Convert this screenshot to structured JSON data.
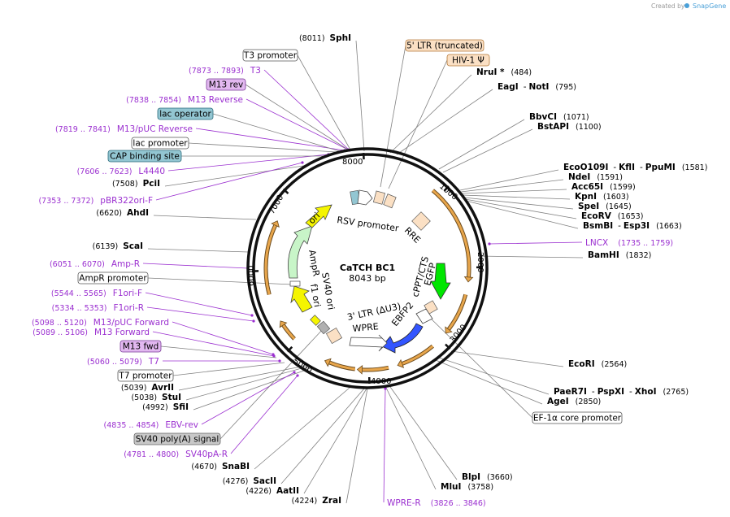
{
  "credit": {
    "created_by": "Created by",
    "app": "SnapGene"
  },
  "plasmid": {
    "name": "CaTCH BC1",
    "length": "8043 bp",
    "length_bp": 8043
  },
  "ticks": [
    "1000",
    "2000",
    "3000",
    "4000",
    "5000",
    "6000",
    "7000",
    "8000"
  ],
  "sites": [
    {
      "name": "SphI",
      "pos": "(8011)"
    },
    {
      "name": "NruI *",
      "pos": "(484)"
    },
    {
      "name": "EagI",
      "sep": "-",
      "name2": "NotI",
      "pos": "(795)"
    },
    {
      "name": "BbvCI",
      "pos": "(1071)"
    },
    {
      "name": "BstAPI",
      "pos": "(1100)"
    },
    {
      "name": "EcoO109I",
      "sep": "-",
      "name2": "KflI",
      "sep2": "-",
      "name3": "PpuMI",
      "pos": "(1581)"
    },
    {
      "name": "NdeI",
      "pos": "(1591)"
    },
    {
      "name": "Acc65I",
      "pos": "(1599)"
    },
    {
      "name": "KpnI",
      "pos": "(1603)"
    },
    {
      "name": "SpeI",
      "pos": "(1645)"
    },
    {
      "name": "EcoRV",
      "pos": "(1653)"
    },
    {
      "name": "BsmBI",
      "sep": "-",
      "name2": "Esp3I",
      "pos": "(1663)"
    },
    {
      "name": "BamHI",
      "pos": "(1832)"
    },
    {
      "name": "EcoRI",
      "pos": "(2564)"
    },
    {
      "name": "PaeR7I",
      "sep": "-",
      "name2": "PspXI",
      "sep2": "-",
      "name3": "XhoI",
      "pos": "(2765)"
    },
    {
      "name": "AgeI",
      "pos": "(2850)"
    },
    {
      "name": "BlpI",
      "pos": "(3660)"
    },
    {
      "name": "MluI",
      "pos": "(3758)"
    },
    {
      "name": "ZraI",
      "pos": "(4224)"
    },
    {
      "name": "AatII",
      "pos": "(4226)"
    },
    {
      "name": "SacII",
      "pos": "(4276)"
    },
    {
      "name": "SnaBI",
      "pos": "(4670)"
    },
    {
      "name": "SfiI",
      "pos": "(4992)"
    },
    {
      "name": "StuI",
      "pos": "(5038)"
    },
    {
      "name": "AvrII",
      "pos": "(5039)"
    },
    {
      "name": "ScaI",
      "pos": "(6139)"
    },
    {
      "name": "AhdI",
      "pos": "(6620)"
    },
    {
      "name": "PciI",
      "pos": "(7508)"
    }
  ],
  "primers": [
    {
      "name": "T3",
      "pos": "(7873 .. 7893)"
    },
    {
      "name": "M13 Reverse",
      "pos": "(7838 .. 7854)"
    },
    {
      "name": "M13/pUC Reverse",
      "pos": "(7819 .. 7841)"
    },
    {
      "name": "L4440",
      "pos": "(7606 .. 7623)"
    },
    {
      "name": "pBR322ori-F",
      "pos": "(7353 .. 7372)"
    },
    {
      "name": "Amp-R",
      "pos": "(6051 .. 6070)"
    },
    {
      "name": "F1ori-F",
      "pos": "(5544 .. 5565)"
    },
    {
      "name": "F1ori-R",
      "pos": "(5334 .. 5353)"
    },
    {
      "name": "M13/pUC Forward",
      "pos": "(5098 .. 5120)"
    },
    {
      "name": "M13 Forward",
      "pos": "(5089 .. 5106)"
    },
    {
      "name": "T7",
      "pos": "(5060 .. 5079)"
    },
    {
      "name": "EBV-rev",
      "pos": "(4835 .. 4854)"
    },
    {
      "name": "SV40pA-R",
      "pos": "(4781 .. 4800)"
    },
    {
      "name": "LNCX",
      "pos": "(1735 .. 1759)"
    },
    {
      "name": "WPRE-R",
      "pos": "(3826 .. 3846)"
    }
  ],
  "boxed": [
    {
      "label": "T3 promoter",
      "style": "plain"
    },
    {
      "label": "M13 rev",
      "style": "violet"
    },
    {
      "label": "lac operator",
      "style": "teal"
    },
    {
      "label": "lac promoter",
      "style": "plain"
    },
    {
      "label": "CAP binding site",
      "style": "teal"
    },
    {
      "label": "5' LTR (truncated)",
      "style": "peach"
    },
    {
      "label": "HIV-1 Ψ",
      "style": "peach"
    },
    {
      "label": "EF-1α core promoter",
      "style": "plain"
    },
    {
      "label": "SV40 poly(A) signal",
      "style": "grey"
    },
    {
      "label": "M13 fwd",
      "style": "violet"
    },
    {
      "label": "T7 promoter",
      "style": "plain"
    },
    {
      "label": "AmpR promoter",
      "style": "plain"
    }
  ],
  "features": {
    "rsv_promoter": "RSV promoter",
    "rre": "RRE",
    "cppt_cts": "cPPT/CTS",
    "egfp": "EGFP",
    "ebfp2": "EBFP2",
    "ltr3": "3' LTR (ΔU3)",
    "wpre": "WPRE",
    "sv40_ori": "SV40 ori",
    "f1_ori": "f1 ori",
    "ampr": "AmpR",
    "ori": "ori"
  },
  "colors": {
    "backbone": "#000000",
    "primer": "#9b30d0",
    "peach": "#fbe0c4",
    "teal": "#93c6d2",
    "violet": "#e2b8f0",
    "grey": "#c8c8c8",
    "ori_yellow": "#f5f500",
    "ampr_green": "#c8f5c8",
    "egfp_green": "#00e600",
    "ebfp2_blue": "#3355ff",
    "orange_arrow": "#e8a64c"
  }
}
